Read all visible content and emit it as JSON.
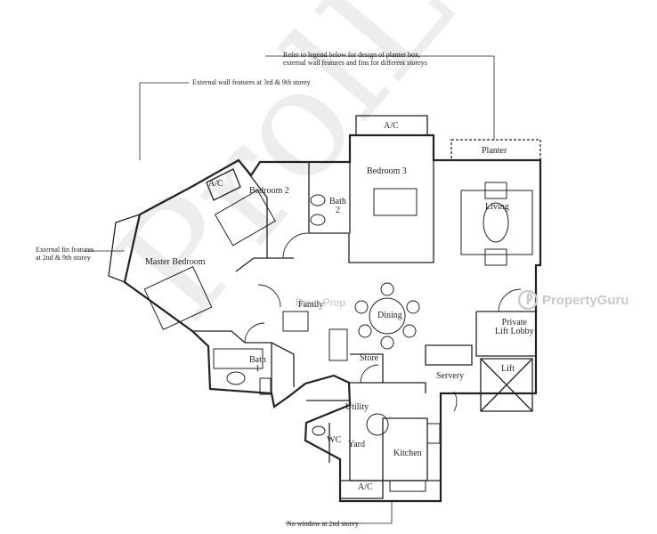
{
  "notes": {
    "planter_legend_line1": "Refer to legend below for design of planter box,",
    "planter_legend_line2": "external wall features and fins for different storeys",
    "wall_features": "External wall features at 3rd & 9th storey",
    "fin_features_line1": "External fin features",
    "fin_features_line2": "at 2nd & 9th storey",
    "no_window": "No window at 2nd storey"
  },
  "rooms": {
    "ac_top": "A/C",
    "planter": "Planter",
    "bedroom3": "Bedroom 3",
    "ac_left": "A/C",
    "bedroom2": "Bedroom 2",
    "bath2_line1": "Bath",
    "bath2_line2": "2",
    "living": "Living",
    "master_bedroom": "Master Bedroom",
    "family": "Family",
    "dining": "Dining",
    "private_lift_lobby_line1": "Private",
    "private_lift_lobby_line2": "Lift Lobby",
    "bath1_line1": "Bath",
    "bath1_line2": "1",
    "store": "Store",
    "servery": "Servery",
    "lift": "Lift",
    "utility": "Utility",
    "wc": "WC",
    "yard": "Yard",
    "kitchen": "Kitchen",
    "ac_bottom": "A/C"
  },
  "watermarks": {
    "prolex": "ProlLex",
    "propertyguru": "PropertyGuru",
    "center": "Beve  Prop"
  },
  "colors": {
    "line": "#222222",
    "watermark": "#d0d0d0"
  }
}
